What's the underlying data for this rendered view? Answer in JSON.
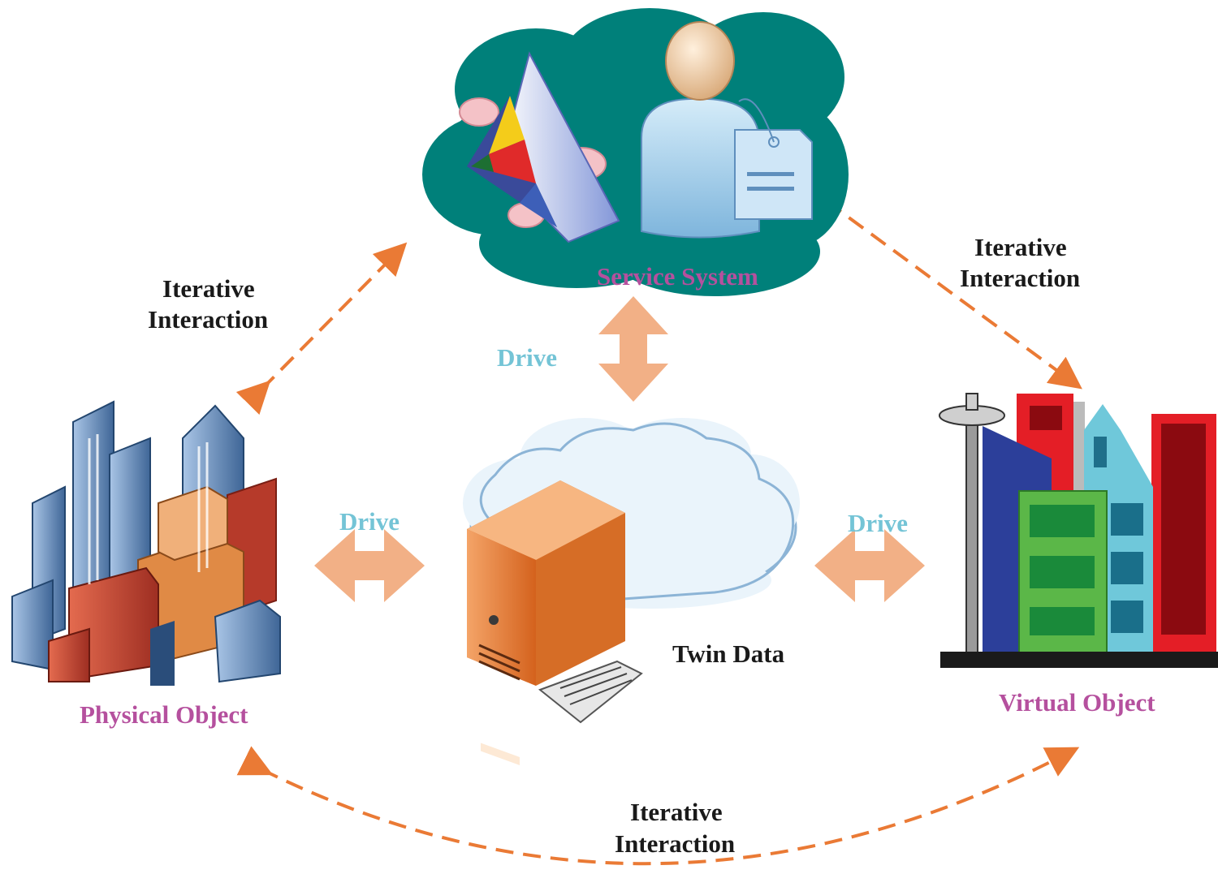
{
  "colors": {
    "iterative_arrow": "#ea7a35",
    "drive_arrow": "#f2b086",
    "node_label": "#b5509e",
    "drive_label": "#74c4d6",
    "text": "#1a1a1a",
    "service_cloud": "#00807a"
  },
  "nodes": {
    "service_system": {
      "label": "Service System",
      "icon": "service-cloud-icon"
    },
    "twin_data": {
      "label": "Twin Data",
      "icon": "server-cloud-icon"
    },
    "physical_object": {
      "label": "Physical Object",
      "icon": "physical-buildings-icon"
    },
    "virtual_object": {
      "label": "Virtual Object",
      "icon": "virtual-buildings-icon"
    }
  },
  "edges": {
    "left_iterative": {
      "line1": "Iterative",
      "line2": "Interaction"
    },
    "right_iterative": {
      "line1": "Iterative",
      "line2": "Interaction"
    },
    "bottom_iterative": {
      "line1": "Iterative",
      "line2": "Interaction"
    },
    "drive_top": "Drive",
    "drive_left": "Drive",
    "drive_right": "Drive"
  }
}
